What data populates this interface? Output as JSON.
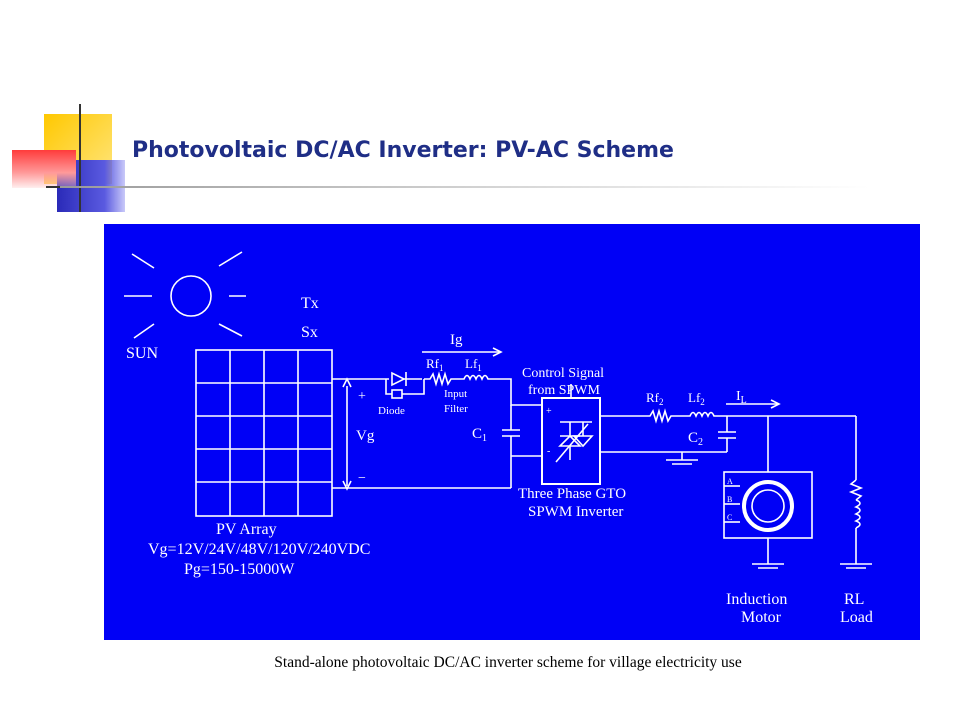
{
  "slide": {
    "title": "Photovoltaic DC/AC Inverter: PV-AC Scheme",
    "caption": "Stand-alone photovoltaic DC/AC inverter scheme for village electricity use"
  },
  "diagram": {
    "sun": "SUN",
    "tx": "Tx",
    "sx": "Sx",
    "ig": "Ig",
    "rf1": "Rf",
    "rf1_sub": "1",
    "lf1": "Lf",
    "lf1_sub": "1",
    "diode": "Diode",
    "input_filter_1": "Input",
    "input_filter_2": "Filter",
    "c1": "C",
    "c1_sub": "1",
    "vg": "Vg",
    "plus": "+",
    "minus": "−",
    "switch_plus": "+",
    "switch_minus": "-",
    "control_1": "Control Signal",
    "control_2": "from SPWM",
    "rf2": "Rf",
    "rf2_sub": "2",
    "lf2": "Lf",
    "lf2_sub": "2",
    "c2": "C",
    "c2_sub": "2",
    "il": "I",
    "il_sub": "L",
    "inverter_1": "Three Phase GTO",
    "inverter_2": "SPWM Inverter",
    "pv_array": "PV Array",
    "vg_spec": "Vg=12V/24V/48V/120V/240VDC",
    "pg_spec": "Pg=150-15000W",
    "phase_a": "A",
    "phase_b": "B",
    "phase_c": "C",
    "motor_1": "Induction",
    "motor_2": "Motor",
    "load_1": "RL",
    "load_2": "Load"
  },
  "colors": {
    "title": "#1f2e86",
    "figure_bg": "#0000f6",
    "accent_yellow": "#ffd21e",
    "accent_blue": "#3333cc",
    "accent_red": "#ff4a4a"
  }
}
